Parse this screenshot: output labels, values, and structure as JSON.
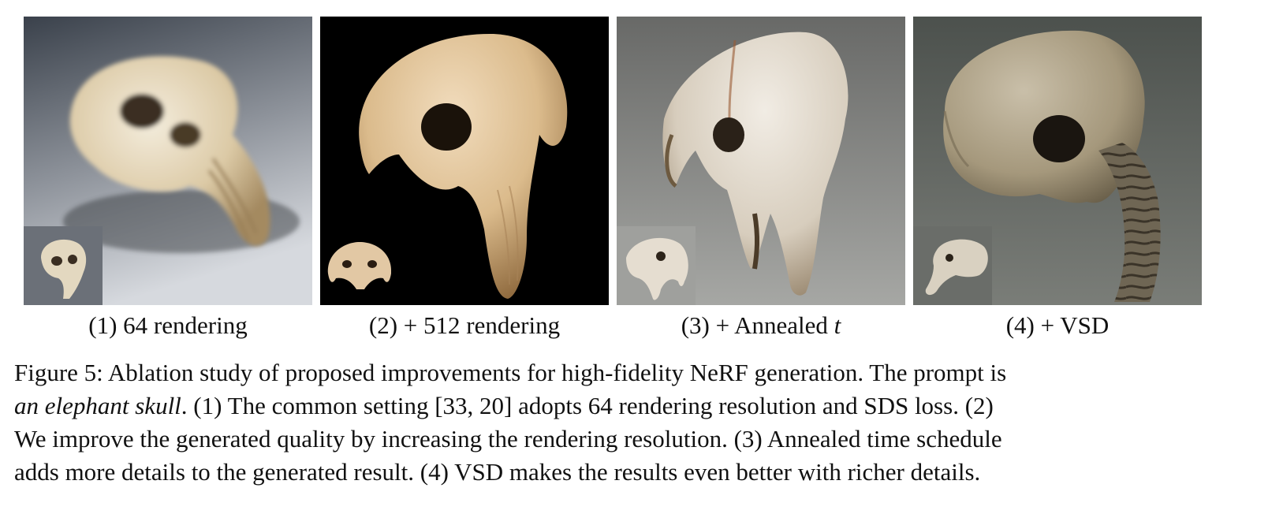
{
  "panels": [
    {
      "caption": "(1) 64 rendering",
      "image": "blurry elephant skull on grey background, with small frontal skull inset",
      "colors": {
        "bg_top": "#3f464f",
        "bg_bottom": "#d4d7dc",
        "bone": "#e8dcc2"
      }
    },
    {
      "caption": "(2) + 512 rendering",
      "image": "smooth elephant skull with long trunk on black background, with small frontal inset",
      "colors": {
        "bg_top": "#000000",
        "bg_bottom": "#0a0a0a",
        "bone": "#e3c9a2"
      }
    },
    {
      "caption_prefix": "(3) + Annealed ",
      "caption_symbol": "t",
      "image": "detailed white elephant skull on grey background, with small inset",
      "colors": {
        "bg_top": "#6f706e",
        "bg_bottom": "#a9aaa7",
        "bone": "#e6e0d6"
      }
    },
    {
      "caption": "(4) + VSD",
      "image": "highly detailed textured elephant skull with ridged trunk on dark grey background, with small side inset",
      "colors": {
        "bg_top": "#4f5450",
        "bg_bottom": "#7d807b",
        "bone": "#b8ad98"
      }
    }
  ],
  "figure_caption": {
    "line1": "Figure 5: Ablation study of proposed improvements for high-fidelity NeRF generation. The prompt is",
    "line2_italic": "an elephant skull",
    "line2_rest": ". (1) The common setting [33, 20] adopts 64 rendering resolution and SDS loss. (2)",
    "line3": "We improve the generated quality by increasing the rendering resolution. (3) Annealed time schedule",
    "line4": "adds more details to the generated result. (4) VSD makes the results even better with richer details."
  }
}
